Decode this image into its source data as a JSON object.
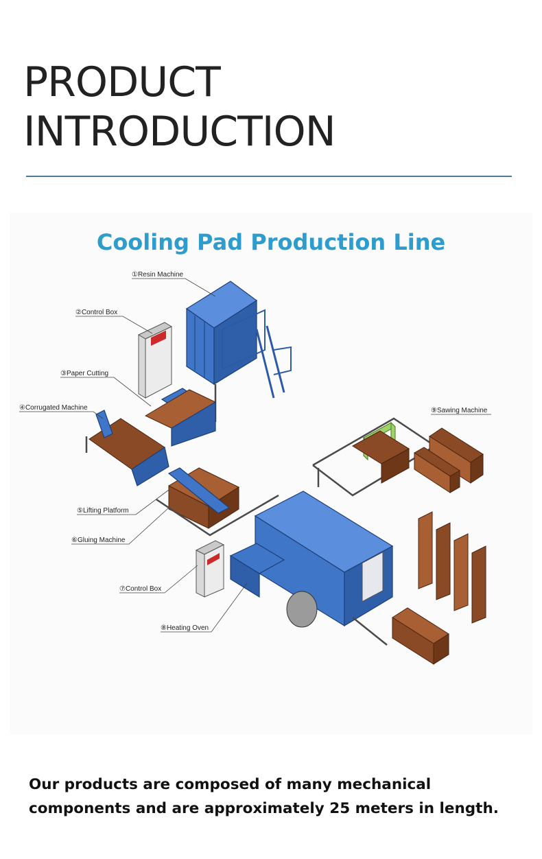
{
  "header": {
    "title_line1": "PRODUCT",
    "title_line2": "INTRODUCTION"
  },
  "diagram": {
    "title": "Cooling Pad Production Line",
    "labels": [
      "①Resin Machine",
      "②Control Box",
      "③Paper Cutting",
      "④Corrugated Machine",
      "⑤Lifting Platform",
      "⑥Gluing Machine",
      "⑦Control Box",
      "⑧Heating Oven",
      "⑨Sawing Machine"
    ]
  },
  "caption": "Our products are composed of many mechanical components and are approximately 25 meters in length.",
  "colors": {
    "title_blue": "#2e9ccd",
    "machine_blue": "#3f76c8",
    "pad_brown": "#8a4a26",
    "rule": "#4a7a9c"
  }
}
